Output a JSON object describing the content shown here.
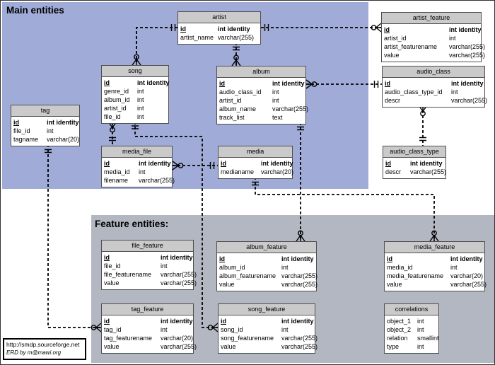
{
  "page": {
    "main_panel_title": "Main entities",
    "feature_panel_title": "Feature entities:"
  },
  "footer": {
    "url": "http://smdp.sourceforge.net",
    "credit": "ERD by  m@mawi.org"
  },
  "colors": {
    "main_panel": "#a0abd7",
    "feature_panel": "#b3b7c2",
    "entity_header": "#cacaca",
    "entity_body": "#ffffff",
    "line": "#000000"
  },
  "entities": [
    {
      "id": "artist",
      "name": "artist",
      "fields": [
        {
          "name": "id",
          "type": "int identity",
          "pk": true,
          "identity": true
        },
        {
          "name": "artist_name",
          "type": "varchar(255)"
        }
      ]
    },
    {
      "id": "artist_feature",
      "name": "artist_feature",
      "fields": [
        {
          "name": "id",
          "type": "int identity",
          "pk": true,
          "identity": true
        },
        {
          "name": "artist_id",
          "type": "int"
        },
        {
          "name": "artist_featurename",
          "type": "varchar(255)"
        },
        {
          "name": "value",
          "type": "varchar(255)"
        }
      ]
    },
    {
      "id": "song",
      "name": "song",
      "fields": [
        {
          "name": "id",
          "type": "int identity",
          "pk": true,
          "identity": true
        },
        {
          "name": "genre_id",
          "type": "int"
        },
        {
          "name": "album_id",
          "type": "int"
        },
        {
          "name": "artist_id",
          "type": "int"
        },
        {
          "name": "file_id",
          "type": "int"
        }
      ]
    },
    {
      "id": "album",
      "name": "album",
      "fields": [
        {
          "name": "id",
          "type": "int identity",
          "pk": true,
          "identity": true
        },
        {
          "name": "audio_class_id",
          "type": "int"
        },
        {
          "name": "artist_id",
          "type": "int"
        },
        {
          "name": "album_name",
          "type": "varchar(255)"
        },
        {
          "name": "track_list",
          "type": "text"
        }
      ]
    },
    {
      "id": "audio_class",
      "name": "audio_class",
      "fields": [
        {
          "name": "id",
          "type": "int identity",
          "pk": true,
          "identity": true
        },
        {
          "name": "audio_class_type_id",
          "type": "int"
        },
        {
          "name": "descr",
          "type": "varchar(255)"
        }
      ]
    },
    {
      "id": "tag",
      "name": "tag",
      "fields": [
        {
          "name": "id",
          "type": "int identity",
          "pk": true,
          "identity": true
        },
        {
          "name": "file_id",
          "type": "int"
        },
        {
          "name": "tagname",
          "type": "varchar(20)"
        }
      ]
    },
    {
      "id": "media_file",
      "name": "media_file",
      "fields": [
        {
          "name": "id",
          "type": "int identity",
          "pk": true,
          "identity": true
        },
        {
          "name": "media_id",
          "type": "int"
        },
        {
          "name": "filename",
          "type": "varchar(255)"
        }
      ]
    },
    {
      "id": "media",
      "name": "media",
      "fields": [
        {
          "name": "id",
          "type": "int identity",
          "pk": true,
          "identity": true
        },
        {
          "name": "medianame",
          "type": "varchar(20)"
        }
      ]
    },
    {
      "id": "audio_class_type",
      "name": "audio_class_type",
      "fields": [
        {
          "name": "id",
          "type": "int identity",
          "pk": true,
          "identity": true
        },
        {
          "name": "descr",
          "type": "varchar(255)"
        }
      ]
    },
    {
      "id": "file_feature",
      "name": "file_feature",
      "fields": [
        {
          "name": "id",
          "type": "int identity",
          "pk": true,
          "identity": true
        },
        {
          "name": "file_id",
          "type": "int"
        },
        {
          "name": "file_featurename",
          "type": "varchar(255)"
        },
        {
          "name": "value",
          "type": "varchar(255)"
        }
      ]
    },
    {
      "id": "album_feature",
      "name": "album_feature",
      "fields": [
        {
          "name": "id",
          "type": "int identity",
          "pk": true,
          "identity": true
        },
        {
          "name": "album_id",
          "type": "int"
        },
        {
          "name": "album_featurename",
          "type": "varchar(255)"
        },
        {
          "name": "value",
          "type": "varchar(255)"
        }
      ]
    },
    {
      "id": "media_feature",
      "name": "media_feature",
      "fields": [
        {
          "name": "id",
          "type": "int identity",
          "pk": true,
          "identity": true
        },
        {
          "name": "media_id",
          "type": "int"
        },
        {
          "name": "media_featurename",
          "type": "varchar(20)"
        },
        {
          "name": "value",
          "type": "varchar(255)"
        }
      ]
    },
    {
      "id": "tag_feature",
      "name": "tag_feature",
      "fields": [
        {
          "name": "id",
          "type": "int identity",
          "pk": true,
          "identity": true
        },
        {
          "name": "tag_id",
          "type": "int"
        },
        {
          "name": "tag_featurename",
          "type": "varchar(20)"
        },
        {
          "name": "value",
          "type": "varchar(255)"
        }
      ]
    },
    {
      "id": "song_feature",
      "name": "song_feature",
      "fields": [
        {
          "name": "id",
          "type": "int identity",
          "pk": true,
          "identity": true
        },
        {
          "name": "song_id",
          "type": "int"
        },
        {
          "name": "song_featurename",
          "type": "varchar(255)"
        },
        {
          "name": "value",
          "type": "varchar(255)"
        }
      ]
    },
    {
      "id": "correlations",
      "name": "correlations",
      "fields": [
        {
          "name": "object_1",
          "type": "int"
        },
        {
          "name": "object_2",
          "type": "int"
        },
        {
          "name": "relation",
          "type": "smallint"
        },
        {
          "name": "type",
          "type": "int"
        }
      ]
    }
  ],
  "relationships": [
    {
      "from": "artist",
      "to": "song",
      "from_end": "one",
      "to_end": "zero-or-many"
    },
    {
      "from": "artist",
      "to": "artist_feature",
      "from_end": "one",
      "to_end": "zero-or-many"
    },
    {
      "from": "artist",
      "to": "album",
      "from_end": "one",
      "to_end": "zero-or-many"
    },
    {
      "from": "album",
      "to": "audio_class",
      "from_end": "zero-or-many",
      "to_end": "one"
    },
    {
      "from": "audio_class",
      "to": "audio_class_type",
      "from_end": "zero-or-many",
      "to_end": "one"
    },
    {
      "from": "song",
      "to": "media_file",
      "from_end": "zero-or-many",
      "to_end": "one"
    },
    {
      "from": "song",
      "to": "song_feature",
      "from_end": "one",
      "to_end": "zero-or-many"
    },
    {
      "from": "media_file",
      "to": "media",
      "from_end": "zero-or-many",
      "to_end": "one"
    },
    {
      "from": "media",
      "to": "media_feature",
      "from_end": "one",
      "to_end": "zero-or-many"
    },
    {
      "from": "album",
      "to": "album_feature",
      "from_end": "one",
      "to_end": "zero-or-many"
    },
    {
      "from": "tag",
      "to": "tag_feature",
      "from_end": "one",
      "to_end": "zero-or-many"
    }
  ]
}
